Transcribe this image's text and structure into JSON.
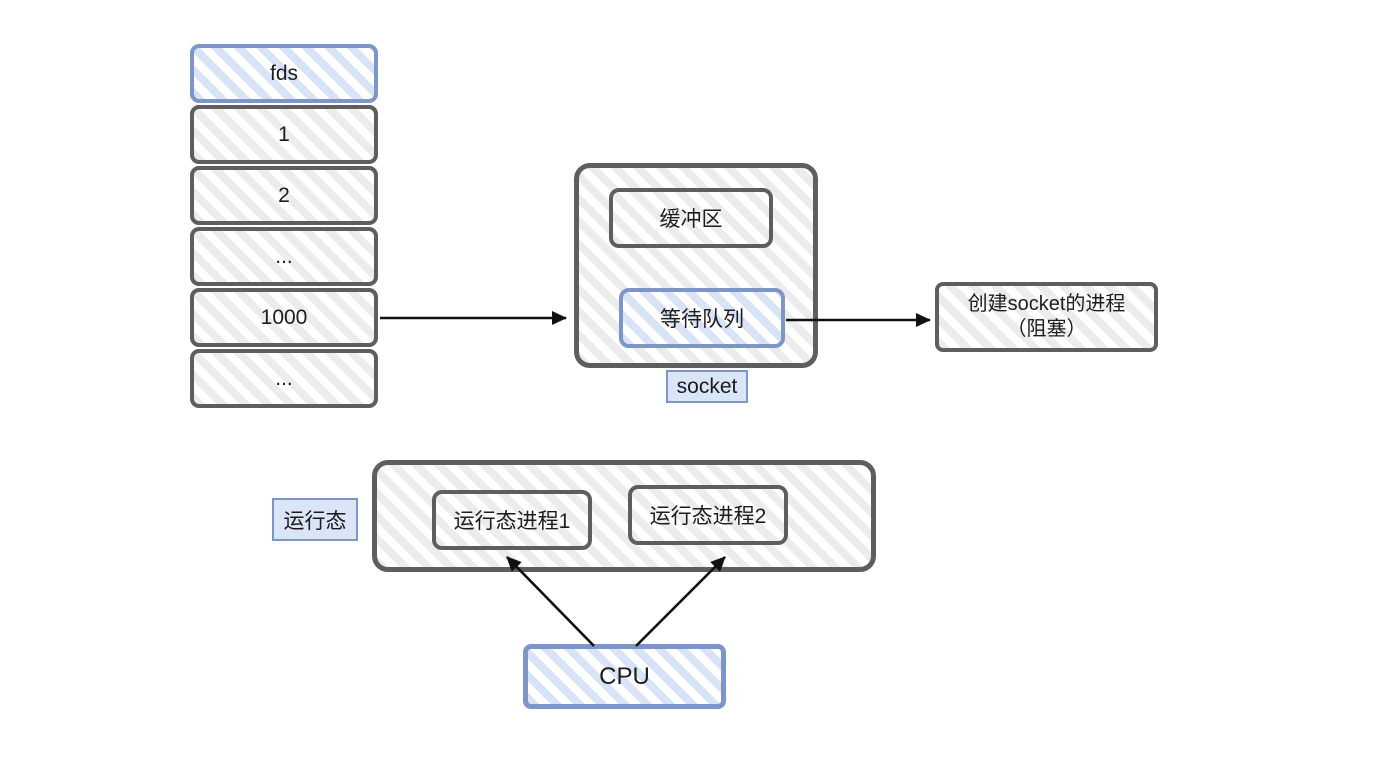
{
  "diagram": {
    "fd_stack": {
      "items": [
        {
          "label": "fds"
        },
        {
          "label": "1"
        },
        {
          "label": "2"
        },
        {
          "label": "..."
        },
        {
          "label": "1000"
        },
        {
          "label": "..."
        }
      ]
    },
    "socket_group": {
      "buffer": "缓冲区",
      "wait_queue": "等待队列",
      "caption": "socket"
    },
    "blocked_process": {
      "line1": "创建socket的进程",
      "line2": "（阻塞）"
    },
    "running": {
      "caption": "运行态",
      "process1": "运行态进程1",
      "process2": "运行态进程2"
    },
    "cpu": {
      "label": "CPU"
    },
    "colors": {
      "sketch_gray": "#5e5e5e",
      "hatch_gray": "#ececec",
      "sketch_blue": "#7d96c7",
      "hatch_blue": "#d9e3f6",
      "label_fill": "#dbe5f8",
      "arrow": "#111111"
    }
  }
}
